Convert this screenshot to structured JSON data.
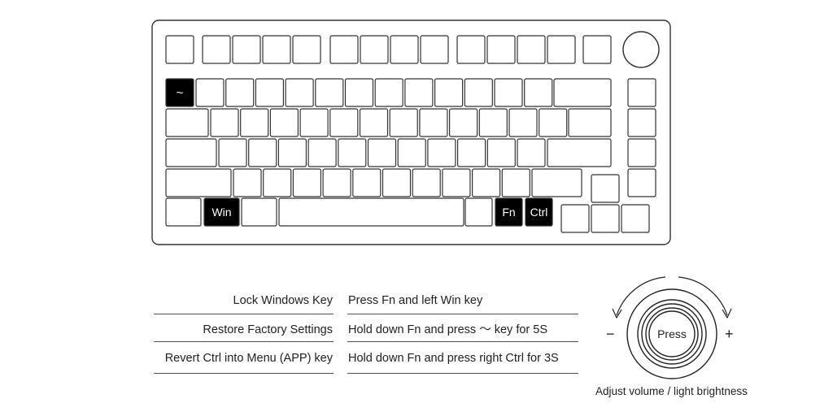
{
  "keyboard": {
    "highlighted_keys": [
      {
        "id": "tilde",
        "label": "~"
      },
      {
        "id": "win",
        "label": "Win"
      },
      {
        "id": "fn",
        "label": "Fn"
      },
      {
        "id": "ctrl",
        "label": "Ctrl"
      }
    ],
    "colors": {
      "outline": "#333333",
      "key_fill": "#ffffff",
      "highlight_fill": "#000000",
      "highlight_text": "#ffffff"
    }
  },
  "instructions": [
    {
      "function": "Lock Windows Key",
      "method": "Press Fn and left Win key"
    },
    {
      "function": "Restore Factory Settings",
      "method": "Hold down Fn and press 〜 key for 5S"
    },
    {
      "function": "Revert Ctrl into Menu (APP) key",
      "method": "Hold down Fn and press right Ctrl for 3S"
    }
  ],
  "knob": {
    "center_label": "Press",
    "minus": "−",
    "plus": "+",
    "caption": "Adjust volume / light brightness"
  }
}
